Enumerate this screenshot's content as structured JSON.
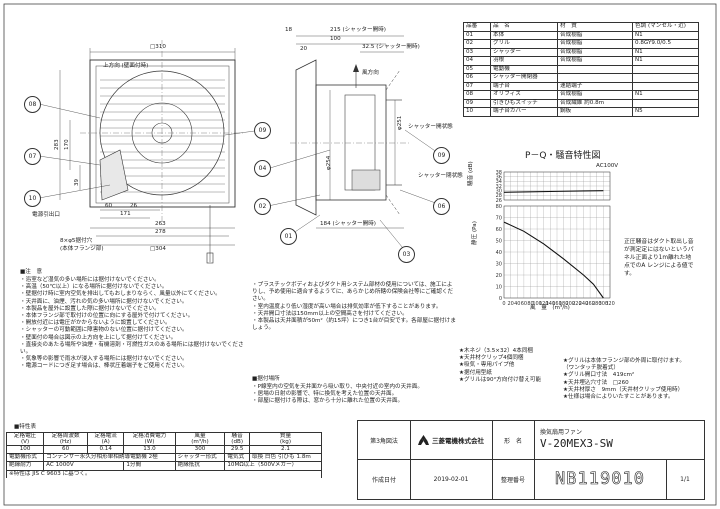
{
  "drawing": {
    "dims": {
      "w310": "□310",
      "w215": "215 (シャッター開時)",
      "d18": "18",
      "d100": "100",
      "d32_5": "32.5 (シャッター開時)",
      "dim_front_20": "20",
      "phi251": "φ251",
      "phi254": "φ254",
      "d184": "184 (シャッター開時)",
      "d283": "283",
      "d170": "170",
      "d39": "39",
      "d60": "60",
      "d26": "26",
      "d171": "171",
      "d263": "263",
      "d278": "278",
      "phi304": "□304"
    },
    "labels": {
      "up_dir": "上方向 (壁面付時)",
      "wind_dir": "風方向",
      "shutter_open": "シャッター開状態",
      "shutter_closed": "シャッター閉状態",
      "power_out": "電源引出口",
      "mount_hole": "8×φ5据付穴",
      "mount_hole_sub": "(本体フランジ部)"
    },
    "balloons": [
      "08",
      "07",
      "10",
      "09",
      "04",
      "02",
      "01",
      "06",
      "03",
      "09"
    ]
  },
  "parts_table": {
    "headers": [
      "品番",
      "品　名",
      "材　質",
      "色調 (マンセル・近)"
    ],
    "rows": [
      [
        "01",
        "本体",
        "合成樹脂",
        "N1"
      ],
      [
        "02",
        "グリル",
        "合成樹脂",
        "0.8GY9.0/0.5"
      ],
      [
        "03",
        "シャッター",
        "合成樹脂",
        "N1"
      ],
      [
        "04",
        "羽根",
        "合成樹脂",
        "N1"
      ],
      [
        "05",
        "電動機",
        "",
        ""
      ],
      [
        "06",
        "シャッター開閉器",
        "",
        ""
      ],
      [
        "07",
        "端子台",
        "速結端子",
        ""
      ],
      [
        "08",
        "オリフィス",
        "合成樹脂",
        "N1"
      ],
      [
        "09",
        "引きひもスイッチ",
        "合成繊維 約0.8m",
        ""
      ],
      [
        "10",
        "端子台カバー",
        "鋼板",
        "N5"
      ]
    ]
  },
  "chart_data": {
    "type": "line",
    "title": "P－Q・騒音特性図",
    "annotation": "AC100V",
    "noise_axis": {
      "label": "騒音 (dB)",
      "ticks": [
        "38",
        "36",
        "34",
        "32",
        "30",
        "28",
        "26"
      ]
    },
    "ylabel": "静圧 (Pa)",
    "yticks": [
      "80",
      "70",
      "60",
      "50",
      "40",
      "30",
      "20",
      "10",
      "0"
    ],
    "ylim": [
      0,
      80
    ],
    "xlabel": "風　量　(m³/h)",
    "xticks": [
      "0",
      "20",
      "40",
      "60",
      "80",
      "100",
      "120",
      "140",
      "160",
      "180",
      "200",
      "220",
      "240",
      "260",
      "280",
      "300",
      "320"
    ],
    "xlim": [
      0,
      320
    ],
    "series": [
      {
        "x": [
          0,
          60,
          120,
          180,
          240,
          270,
          300
        ],
        "y": [
          66,
          58,
          47,
          34,
          20,
          12,
          0
        ]
      }
    ],
    "noise_series": {
      "x": [
        0,
        80,
        160,
        240,
        300
      ],
      "y": [
        29.3,
        29.5,
        29.7,
        29.9,
        30.0
      ]
    }
  },
  "side_note": "正圧騒音はダクト取出し音が測定定にはないというパネル正面より1m離れた地点でのA レンジによる値です。",
  "notes_caution": {
    "heading": "■注　意",
    "items": [
      "・浴室など湿気の多い場所には据付けないでください。",
      "・高温（50℃以上）になる場所に据付けないでください。",
      "・壁据付け時に室内空気を排出してもおしまりならく、風量以外にてください。",
      "・天井面に、油煙、汚れの気の多い場所に据付けないでください。",
      "・本製品を屋外に設置した際に据付けないでください。",
      "・本体フランジ部で取付けの位置に向にする屋外で付けてください。",
      "・開放付近には電圧がかからないように設置してください。",
      "・シャッターの可動範囲に障害物のない位置に据付けてください。",
      "・壁面付の場合は図示の上方向を上にして据付けてください。",
      "・直接炎のあたる場所や油煙・有機溶剤・可燃性ガスのある場所には据付けないでください。",
      "・気象等の影響で雨水が浸入する場所には据付けないでください。",
      "・電源コードにつぎ足す場合は、棒状圧着端子をご使用ください。"
    ]
  },
  "notes_mid": {
    "items": [
      "・プラスチックボディおよびダクト用システム部材の使用については、施工によりし、予め使用に適合するようてに、あらかじめ所轄の保険会社等にご確認ください。",
      "・室内温度より低い湿度が高い場合は排気効率が低下することがあります。",
      "・天井開口寸法は150mm以上の空間高さを付けてください。",
      "・本製品は天井面積が50m²（約15坪）につき1台が目安です。各部屋に据付けましょう。"
    ],
    "heading2": "■据付場所",
    "items2": [
      "・P線室内の空気を天井面から吸い取り、中央付近の室内の天井面。",
      "・居場の日射の影響で、特に換気を考えた位置の天井面。",
      "・部屋に据付ける際は、窓から十分に離れた位置の天井面。"
    ]
  },
  "notes_right": {
    "items": [
      "★木ネジ（3.5×32）4本同梱",
      "★天井材クリップ4個同梱",
      "★吸気・専用パイプ他",
      "★据付用型紙",
      "★グリルは90°方向付け替え可能"
    ],
    "items_b": [
      "★グリルは本体フランジ部の外周に取付けます。",
      "（ワンタッチ脱着式）",
      "★グリル開口寸法　419cm²",
      "★天井埋込穴寸法　□260",
      "★天井材厚さ　9mm（天井材クリップ使用時）",
      "★仕様は場合によりいたすことがあります。"
    ]
  },
  "spec_table": {
    "heading": "■特性表",
    "headers": [
      "定格電圧\n(V)",
      "定格周波数\n(Hz)",
      "定格電流\n(A)",
      "定格消費電力\n(W)",
      "風量\n(m³/h)",
      "騒音\n(dB)",
      "質量\n(kg)"
    ],
    "values": [
      "100",
      "60",
      "0.14",
      "13.0",
      "300",
      "29.5",
      "2.1"
    ],
    "motor_label": "電動機形式",
    "motor_value": "コンデンサー永久分相形単相誘導電動機 2極",
    "shutter_label": "シャッター形式",
    "shutter_value": "電気式",
    "color_label": "取換",
    "color_value": "白色",
    "cord_label": "引ひも",
    "cord_value": "1.8m",
    "insul_label": "絶縁耐力",
    "insul_value": "AC 1000V",
    "insul_time": "1分間",
    "insul_res_label": "絶縁抵抗",
    "insul_res_value": "10MΩ以上（500Vメガー）",
    "footnote": "※特性は JIS C 9603 に基づく。"
  },
  "title_block": {
    "projection": "第3角図法",
    "company": "三菱電機株式会社",
    "name_label": "形　名",
    "product_type": "換気扇用ファン",
    "model": "V-20MEX3-SW",
    "date_label": "作成日付",
    "date": "2019-02-01",
    "number_label": "整理番号",
    "number": "NB119010",
    "page": "1/1"
  }
}
